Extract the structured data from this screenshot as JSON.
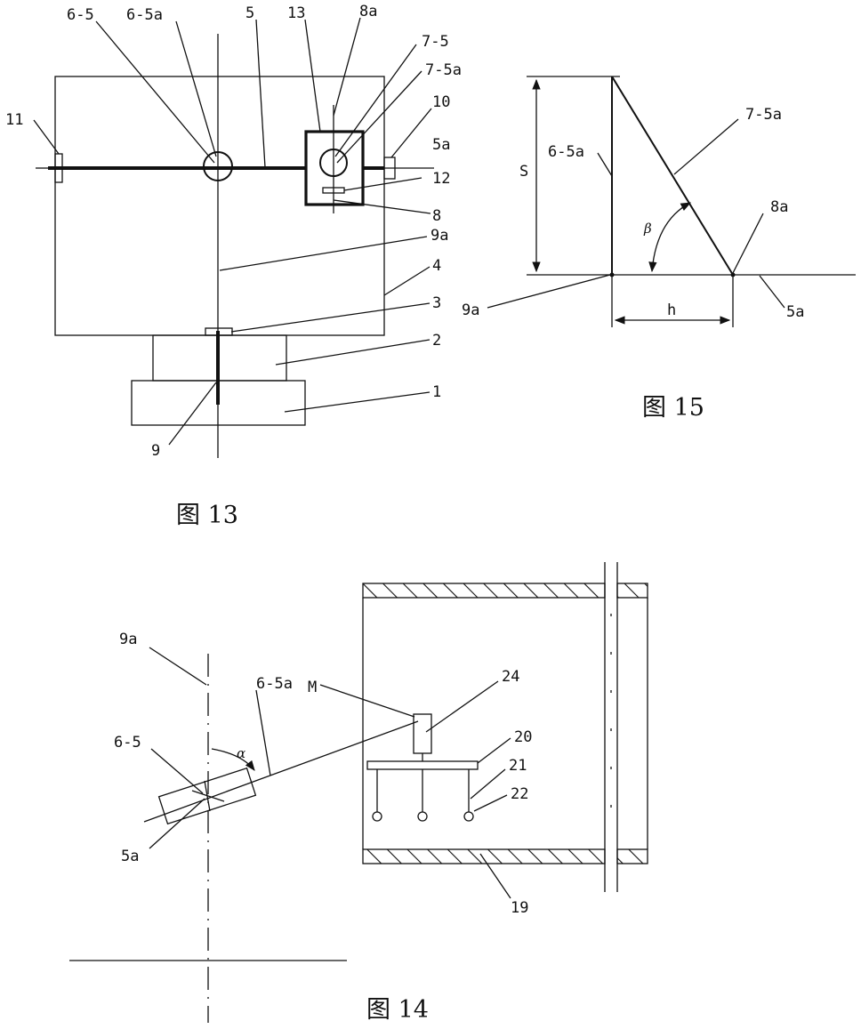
{
  "figures": {
    "fig13": {
      "caption": "图 13",
      "labels": {
        "l_6_5": "6-5",
        "l_6_5a": "6-5a",
        "l_5": "5",
        "l_13": "13",
        "l_8a": "8a",
        "l_7_5": "7-5",
        "l_7_5a": "7-5a",
        "l_10": "10",
        "l_11": "11",
        "l_5a": "5a",
        "l_12": "12",
        "l_8": "8",
        "l_9a": "9a",
        "l_4": "4",
        "l_3": "3",
        "l_2": "2",
        "l_1": "1",
        "l_9": "9"
      }
    },
    "fig14": {
      "caption": "图 14",
      "labels": {
        "l_9a": "9a",
        "l_6_5a": "6-5a",
        "l_M": "M",
        "l_24": "24",
        "l_20": "20",
        "l_21": "21",
        "l_22": "22",
        "l_6_5": "6-5",
        "l_5a": "5a",
        "l_19": "19",
        "l_alpha": "α"
      }
    },
    "fig15": {
      "caption": "图 15",
      "labels": {
        "l_6_5a": "6-5a",
        "l_7_5a": "7-5a",
        "l_S": "S",
        "l_8a": "8a",
        "l_9a": "9a",
        "l_5a": "5a",
        "l_h": "h",
        "l_beta": "β"
      }
    }
  }
}
